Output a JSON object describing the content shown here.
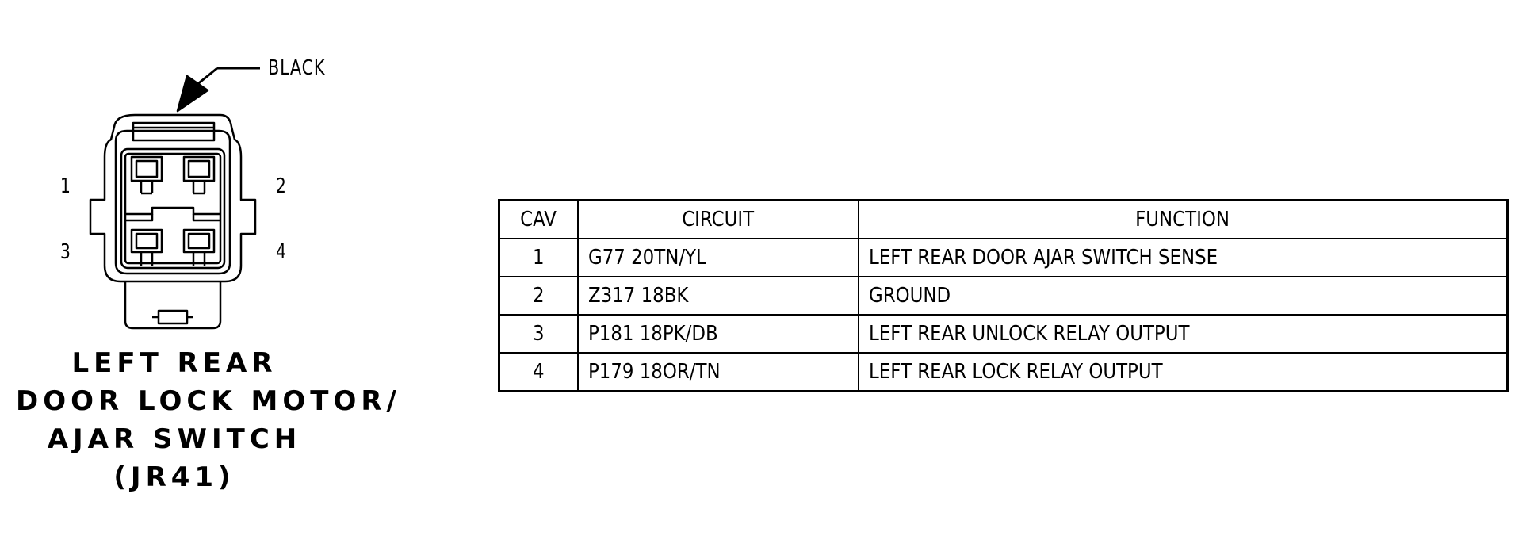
{
  "connector": {
    "color_label": "BLACK",
    "pins": [
      "1",
      "2",
      "3",
      "4"
    ],
    "title_lines": [
      "LEFT REAR",
      "DOOR LOCK MOTOR/",
      "AJAR SWITCH",
      "(JR41)"
    ]
  },
  "table": {
    "headers": {
      "cav": "CAV",
      "circuit": "CIRCUIT",
      "function": "FUNCTION"
    },
    "rows": [
      {
        "cav": "1",
        "circuit": "G77 20TN/YL",
        "function": "LEFT REAR DOOR AJAR SWITCH SENSE"
      },
      {
        "cav": "2",
        "circuit": "Z317 18BK",
        "function": "GROUND"
      },
      {
        "cav": "3",
        "circuit": "P181 18PK/DB",
        "function": "LEFT REAR UNLOCK RELAY OUTPUT"
      },
      {
        "cav": "4",
        "circuit": "P179 18OR/TN",
        "function": "LEFT REAR LOCK RELAY OUTPUT"
      }
    ]
  }
}
